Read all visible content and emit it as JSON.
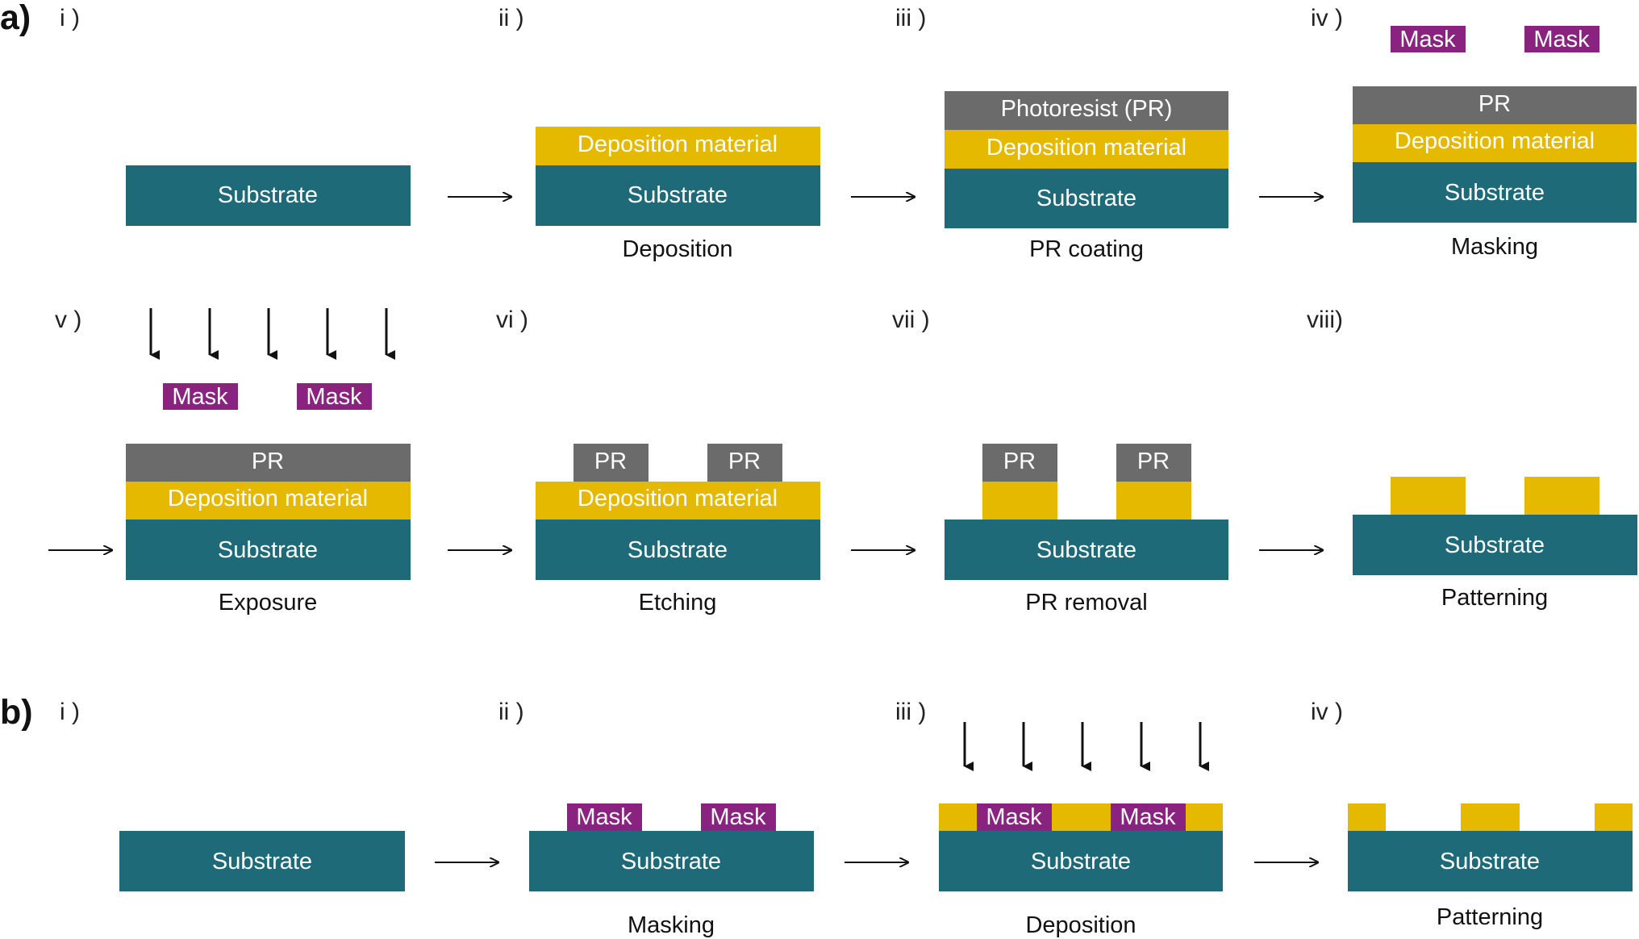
{
  "colors": {
    "substrate": "#1f6a78",
    "deposition": "#e4b900",
    "photoresist": "#6b6b6b",
    "mask": "#8a2280",
    "arrow": "#111111",
    "text_light": "#ffffff"
  },
  "panel_labels": {
    "a": "a)",
    "b": "b)"
  },
  "labels": {
    "substrate": "Substrate",
    "deposition_material": "Deposition material",
    "photoresist_full": "Photoresist (PR)",
    "pr": "PR",
    "mask": "Mask"
  },
  "panel_a": {
    "steps": [
      {
        "num": "i )",
        "caption": ""
      },
      {
        "num": "ii )",
        "caption": "Deposition"
      },
      {
        "num": "iii )",
        "caption": "PR coating"
      },
      {
        "num": "iv )",
        "caption": "Masking"
      },
      {
        "num": "v )",
        "caption": "Exposure"
      },
      {
        "num": "vi )",
        "caption": "Etching"
      },
      {
        "num": "vii )",
        "caption": "PR removal"
      },
      {
        "num": "viii)",
        "caption": "Patterning"
      }
    ]
  },
  "panel_b": {
    "steps": [
      {
        "num": "i )",
        "caption": ""
      },
      {
        "num": "ii )",
        "caption": "Masking"
      },
      {
        "num": "iii )",
        "caption": "Deposition"
      },
      {
        "num": "iv )",
        "caption": "Patterning"
      }
    ]
  }
}
